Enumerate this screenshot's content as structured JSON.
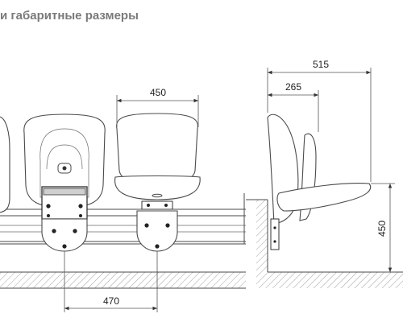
{
  "header": {
    "title": "и габаритные размеры"
  },
  "dimensions": {
    "seat_width": "450",
    "seat_pitch": "470",
    "depth_open": "515",
    "depth_folded": "265",
    "height": "450"
  },
  "colors": {
    "title": "#7a7a7a",
    "lines": "#4a4a4a",
    "floor_hatch": "#888888"
  }
}
